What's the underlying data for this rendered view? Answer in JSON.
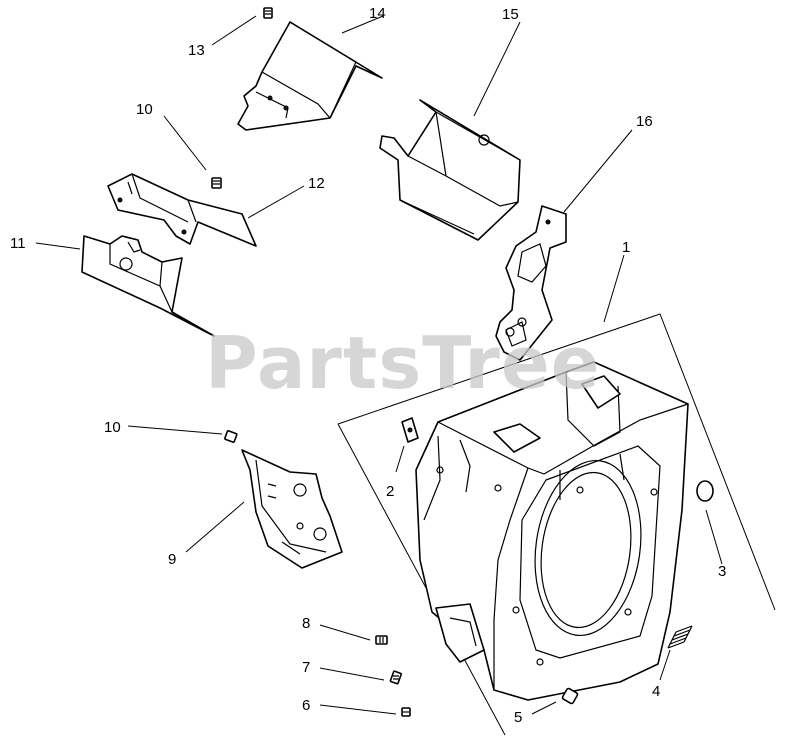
{
  "watermark": "PartsTree",
  "callouts": [
    {
      "id": "1",
      "label": "1"
    },
    {
      "id": "2",
      "label": "2"
    },
    {
      "id": "3",
      "label": "3"
    },
    {
      "id": "4",
      "label": "4"
    },
    {
      "id": "5",
      "label": "5"
    },
    {
      "id": "6",
      "label": "6"
    },
    {
      "id": "7",
      "label": "7"
    },
    {
      "id": "8",
      "label": "8"
    },
    {
      "id": "9",
      "label": "9"
    },
    {
      "id": "10a",
      "label": "10"
    },
    {
      "id": "10b",
      "label": "10"
    },
    {
      "id": "11",
      "label": "11"
    },
    {
      "id": "12",
      "label": "12"
    },
    {
      "id": "13",
      "label": "13"
    },
    {
      "id": "14",
      "label": "14"
    },
    {
      "id": "15",
      "label": "15"
    },
    {
      "id": "16",
      "label": "16"
    }
  ]
}
